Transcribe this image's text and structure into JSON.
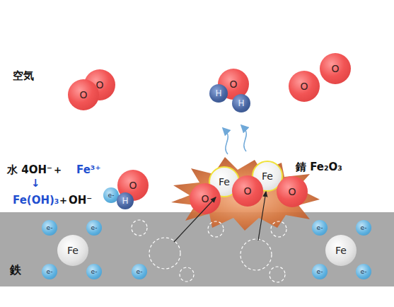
{
  "diagram": {
    "nodes": [
      {
        "text": [
          "O"
        ]
      },
      {
        "text": [
          "O"
        ]
      },
      {
        "text": [
          "O"
        ]
      },
      {
        "text": [
          "H"
        ]
      },
      {
        "text": [
          "H"
        ]
      },
      {
        "text": [
          "O"
        ]
      },
      {
        "text": [
          "O"
        ]
      },
      {
        "text": [
          "O"
        ]
      },
      {
        "text": [
          "e-"
        ]
      },
      {
        "text": [
          "H"
        ]
      },
      {
        "text": [
          "Fe"
        ]
      },
      {
        "text": [
          "Fe"
        ]
      },
      {
        "text": [
          "O"
        ]
      },
      {
        "text": [
          "O"
        ]
      },
      {
        "text": [
          "O"
        ]
      },
      {
        "text": [
          "鉄"
        ]
      },
      {
        "text": [
          "e-"
        ],
        "in": 15
      },
      {
        "text": [
          "e-"
        ],
        "in": 15
      },
      {
        "text": [
          "Fe"
        ],
        "in": 15
      },
      {
        "text": [
          "e-"
        ],
        "in": 15
      },
      {
        "text": [
          "e-"
        ],
        "in": 15
      },
      {
        "text": [
          "e-"
        ],
        "in": 15
      },
      {
        "text": [
          "e-"
        ],
        "in": 15
      },
      {
        "text": [
          "e-"
        ],
        "in": 15
      },
      {
        "text": [
          "Fe"
        ],
        "in": 15
      },
      {
        "text": [
          "e-"
        ],
        "in": 15
      },
      {
        "text": [
          "e-"
        ],
        "in": 15
      }
    ],
    "labels": [
      "空気",
      "水 4OH⁻＋",
      "Fe³⁺",
      "↓",
      "Fe(OH)₃",
      "＋OH⁻",
      "錆 Fe₂O₃"
    ]
  }
}
